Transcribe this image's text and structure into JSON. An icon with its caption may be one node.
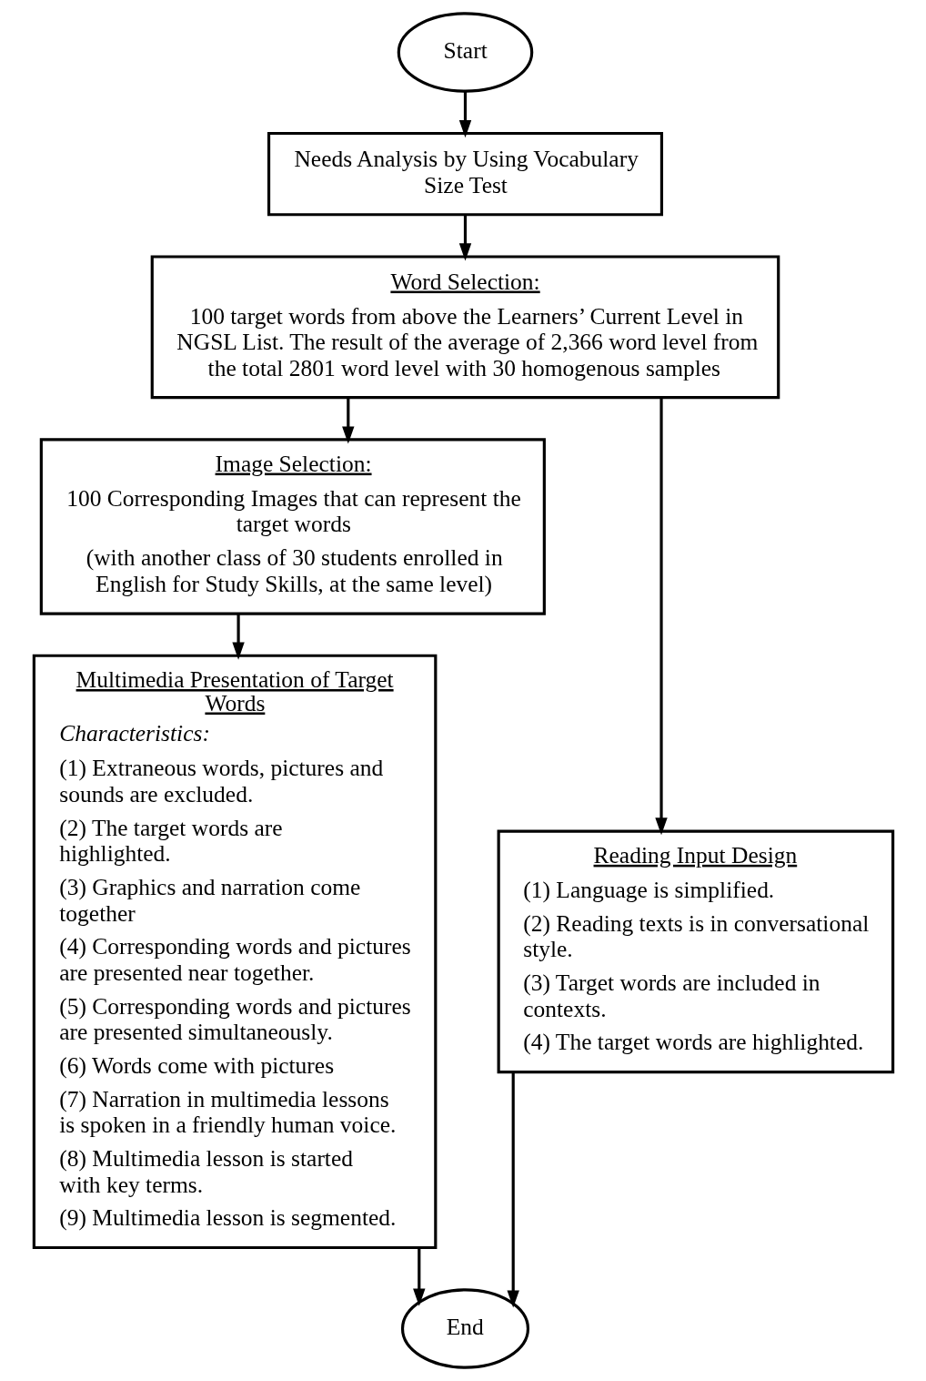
{
  "diagram": {
    "nodes": [
      {
        "text": [
          "Start"
        ]
      },
      {
        "text": [
          "Needs Analysis by Using Vocabulary Size Test"
        ]
      },
      {
        "text": [
          "Word Selection:",
          "100 target words from above the Learners’ Current Level in NGSL List. The result of the average of 2,366 word level from the total 2801 word level with 30 homogenous samples"
        ]
      },
      {
        "text": [
          "Image Selection:",
          "100 Corresponding Images that can represent the target words",
          "(with another class of 30 students enrolled in English for Study Skills, at the same level)"
        ]
      },
      {
        "text": [
          "Multimedia Presentation of Target Words",
          "Characteristics:",
          "(1) Extraneous words, pictures and sounds are excluded.",
          "(2) The target words are highlighted.",
          "(3) Graphics and narration come together",
          "(4) Corresponding words and pictures are presented near together.",
          "(5) Corresponding words and pictures are presented simultaneously.",
          "(6) Words come with pictures",
          "(7) Narration in multimedia lessons is spoken in a friendly human voice.",
          "(8) Multimedia lesson is started with key terms.",
          "(9) Multimedia lesson is segmented."
        ]
      },
      {
        "text": [
          "Reading Input Design",
          "(1) Language is simplified.",
          "(2) Reading texts is in conversational style.",
          "(3) Target words are included in contexts.",
          "(4) The target words are highlighted."
        ]
      },
      {
        "text": [
          "End"
        ]
      }
    ],
    "edges": [
      {
        "from": 0,
        "to": 1,
        "arrow": "to"
      },
      {
        "from": 1,
        "to": 2,
        "arrow": "to"
      },
      {
        "from": 2,
        "to": 3,
        "arrow": "to"
      },
      {
        "from": 2,
        "to": 5,
        "arrow": "to"
      },
      {
        "from": 3,
        "to": 4,
        "arrow": "to"
      },
      {
        "from": 4,
        "to": 6,
        "arrow": "to"
      },
      {
        "from": 5,
        "to": 6,
        "arrow": "to"
      }
    ]
  }
}
